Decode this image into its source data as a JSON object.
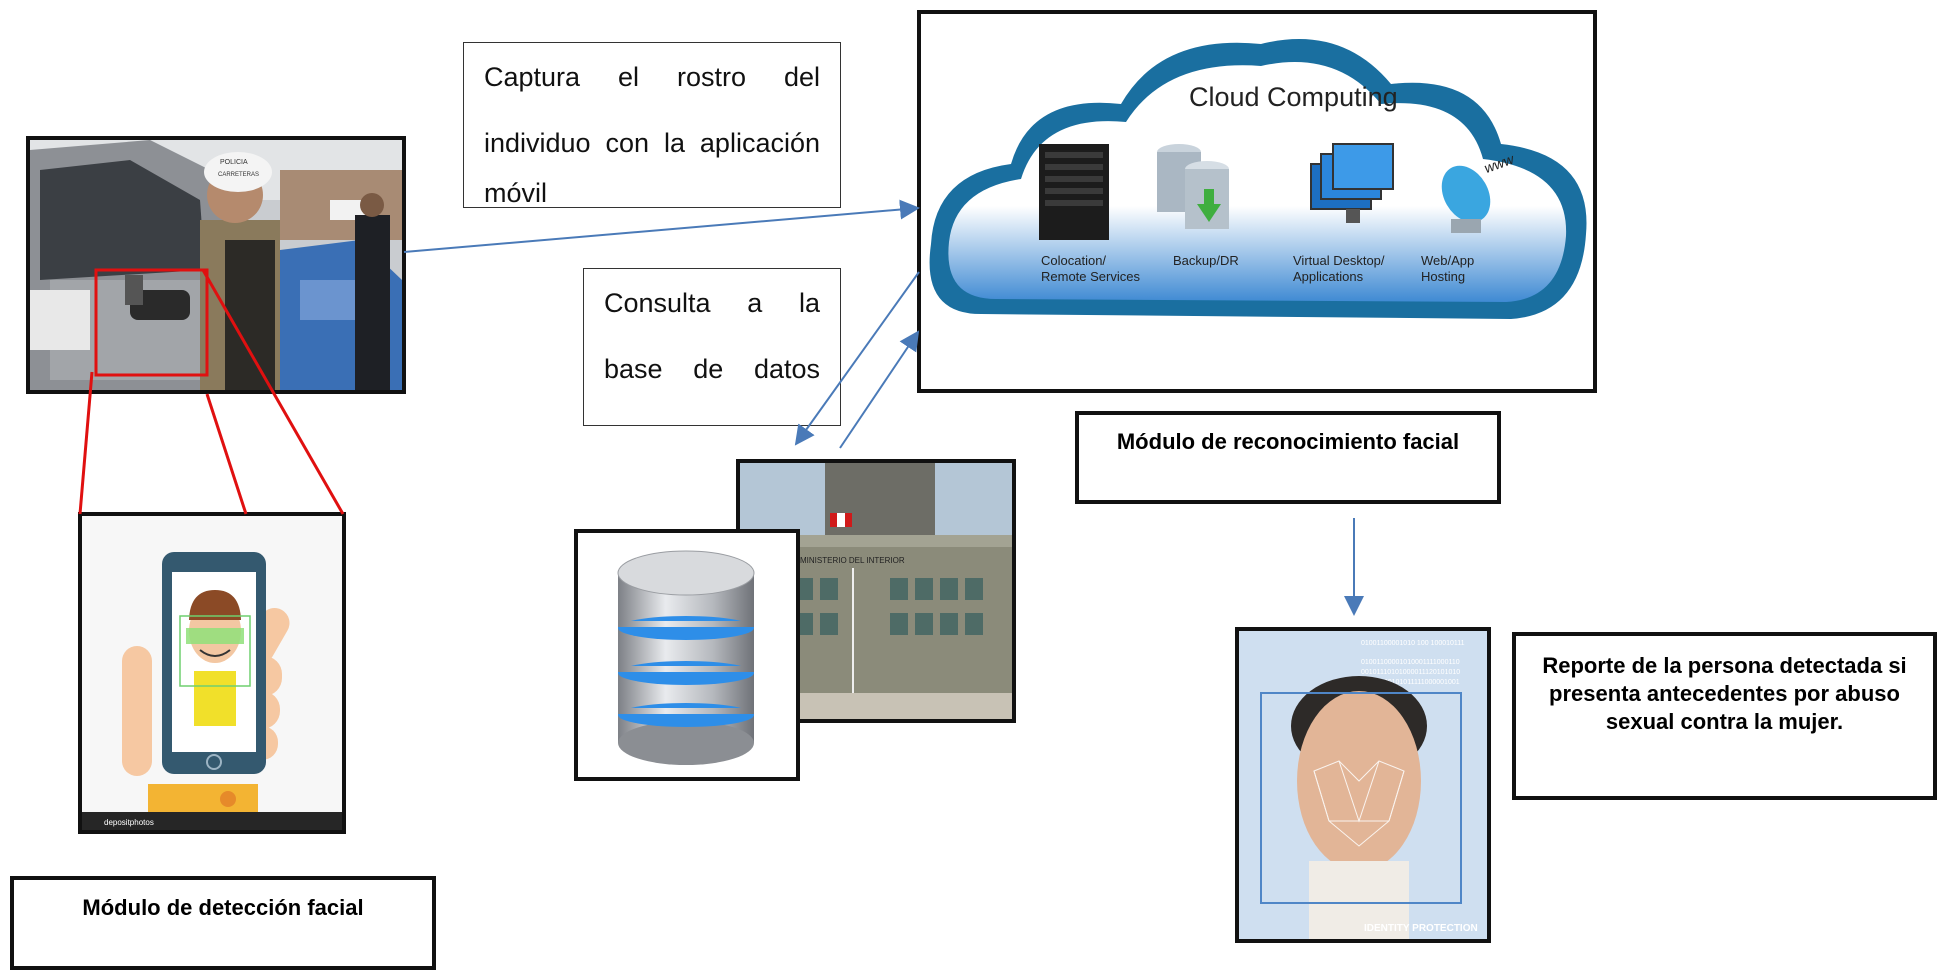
{
  "text_box_capture": {
    "line1": "Captura el rostro del",
    "line2": "individuo con la aplicación",
    "line3": "móvil"
  },
  "text_box_query": {
    "line1": "Consulta a la",
    "line2": "base de datos"
  },
  "cloud": {
    "title": "Cloud Computing",
    "items": [
      {
        "label1": "Colocation/",
        "label2": "Remote Services",
        "icon": "server-rack-icon"
      },
      {
        "label1": "Backup/DR",
        "label2": "",
        "icon": "database-backup-icon"
      },
      {
        "label1": "Virtual Desktop/",
        "label2": "Applications",
        "icon": "monitors-icon"
      },
      {
        "label1": "Web/App",
        "label2": "Hosting",
        "icon": "satellite-dish-icon"
      }
    ],
    "www_text": "www"
  },
  "captions": {
    "recognition": "Módulo de reconocimiento facial",
    "detection": "Módulo de detección facial",
    "report": "Reporte de la persona detectada si presenta antecedentes por abuso sexual contra la mujer."
  },
  "photo_labels": {
    "police_helmet": "POLICIA",
    "police_unit": "CARRETERAS",
    "depositphotos": "depositphotos",
    "ministry_sign": "MINISTERIO DEL INTERIOR",
    "identity": "IDENTITY PROTECTION",
    "binary1": "01001100001010 100  100010111",
    "binary2": "01001100001010001111000110",
    "binary3": "00101110101000011120101010",
    "binary4": "11010000101011111000001001"
  },
  "colors": {
    "arrow": "#4a7ab8",
    "zoom_line": "#e01010",
    "cloud_blue": "#1a6fa0",
    "border": "#111111"
  }
}
